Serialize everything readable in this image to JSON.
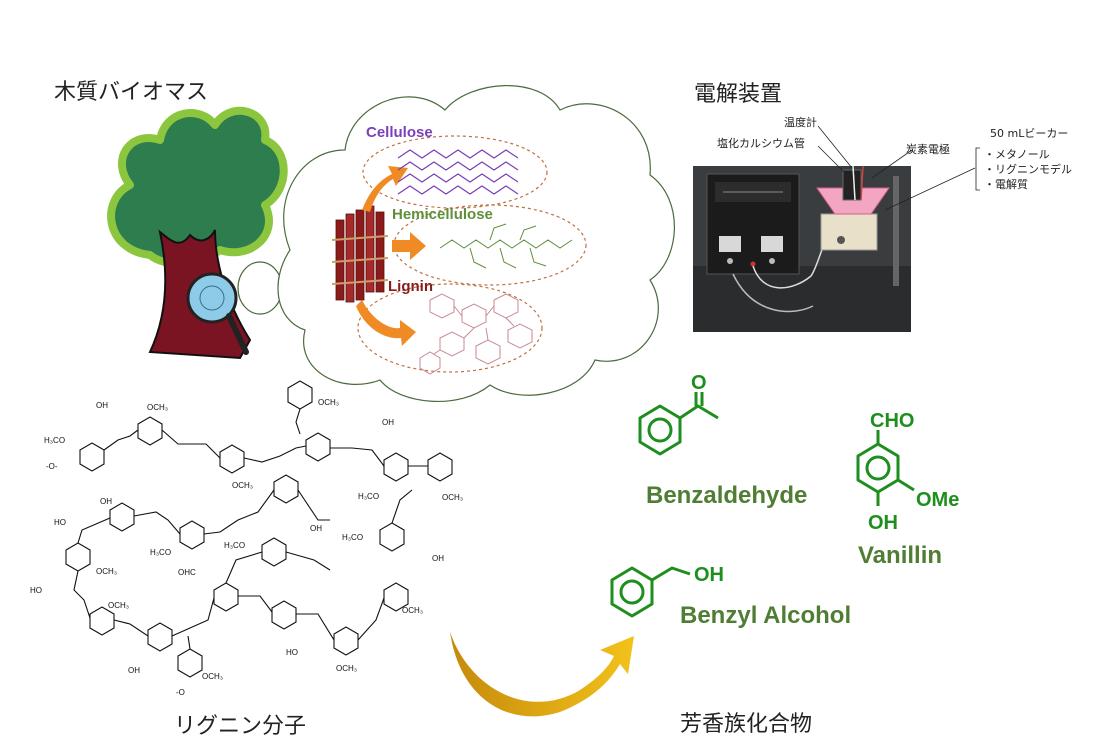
{
  "titles": {
    "biomass": "木質バイオマス",
    "apparatus": "電解装置",
    "lignin_molecule": "リグニン分子",
    "aromatics": "芳香族化合物"
  },
  "polymers": {
    "cellulose": "Cellulose",
    "hemicellulose": "Hemicellulose",
    "lignin": "Lignin"
  },
  "apparatus_labels": {
    "thermometer": "温度計",
    "calcium_chloride_tube": "塩化カルシウム管",
    "carbon_electrode": "炭素電極",
    "beaker": "50 mLビーカー",
    "contents": [
      "・メタノール",
      "・リグニンモデル",
      "・電解質"
    ]
  },
  "compounds": {
    "benzaldehyde": {
      "name": "Benzaldehyde",
      "group": "O"
    },
    "vanillin": {
      "name": "Vanillin",
      "cho": "CHO",
      "ome": "OMe",
      "oh": "OH"
    },
    "benzyl_alcohol": {
      "name": "Benzyl Alcohol",
      "oh": "OH"
    }
  },
  "lignin_labels": {
    "och3": "OCH₃",
    "h3co": "H₃CO",
    "oh": "OH",
    "ho": "HO",
    "ohc": "OHC",
    "o": "O",
    "end_top": "-O-",
    "end_bottom": "-O"
  },
  "colors": {
    "tree_green": "#2e7d4f",
    "tree_outline": "#8cc63f",
    "trunk": "#7a1422",
    "arrow_orange": "#f08a24",
    "compound_green": "#1e8f1e",
    "name_olive": "#4f7d33",
    "gold_arrow": "#d8a014",
    "cellulose_purple": "#7b3fb8",
    "hemicellulose_green": "#5f8f3a",
    "lignin_red": "#8b1a1a"
  }
}
